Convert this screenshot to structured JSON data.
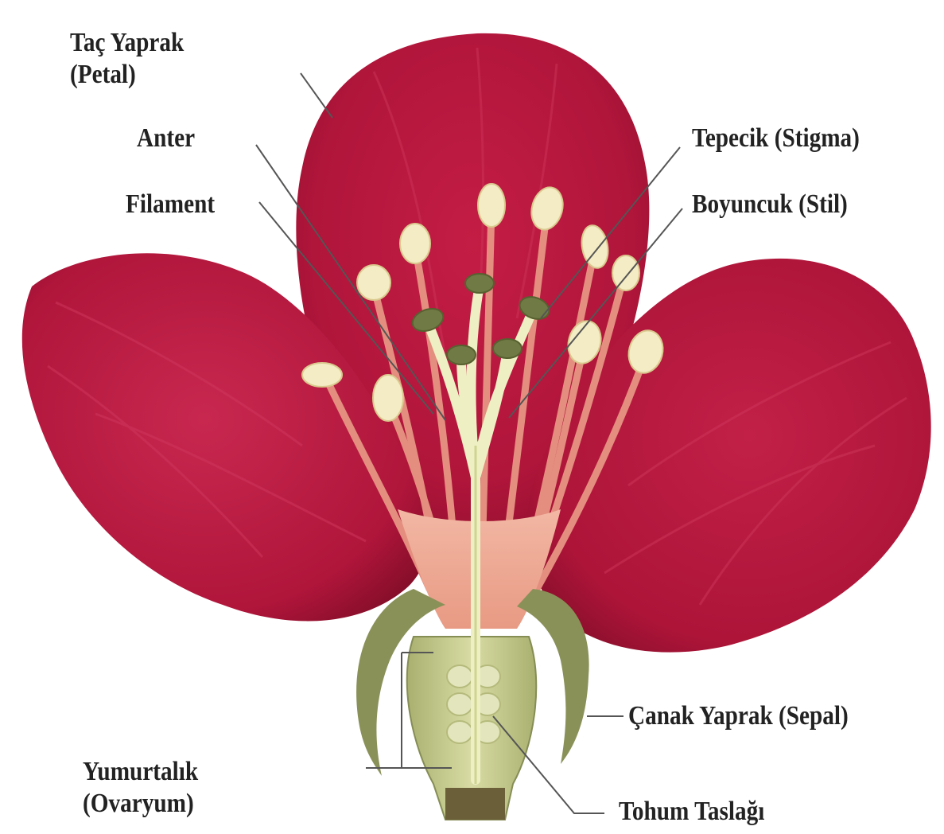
{
  "labels": {
    "petal": {
      "line1": "Taç Yaprak",
      "line2": "(Petal)"
    },
    "anther": "Anter",
    "filament": "Filament",
    "stigma": "Tepecik (Stigma)",
    "style": "Boyuncuk (Stil)",
    "sepal": "Çanak Yaprak (Sepal)",
    "ovary": {
      "line1": "Yumurtalık",
      "line2": "(Ovaryum)"
    },
    "ovule": "Tohum Taslağı"
  },
  "colors": {
    "petal": "#b0153a",
    "petal_dark": "#8c0f2c",
    "petal_light": "#c8284f",
    "filament": "#e48e7f",
    "anther": "#f3ecc4",
    "stigma_pad": "#6f7a45",
    "pistil": "#eef0c4",
    "sepal": "#8a9158",
    "ovary_wall": "#c9cf93",
    "ovule": "#dfe2b6",
    "leader_line": "#555555",
    "text": "#222222"
  }
}
